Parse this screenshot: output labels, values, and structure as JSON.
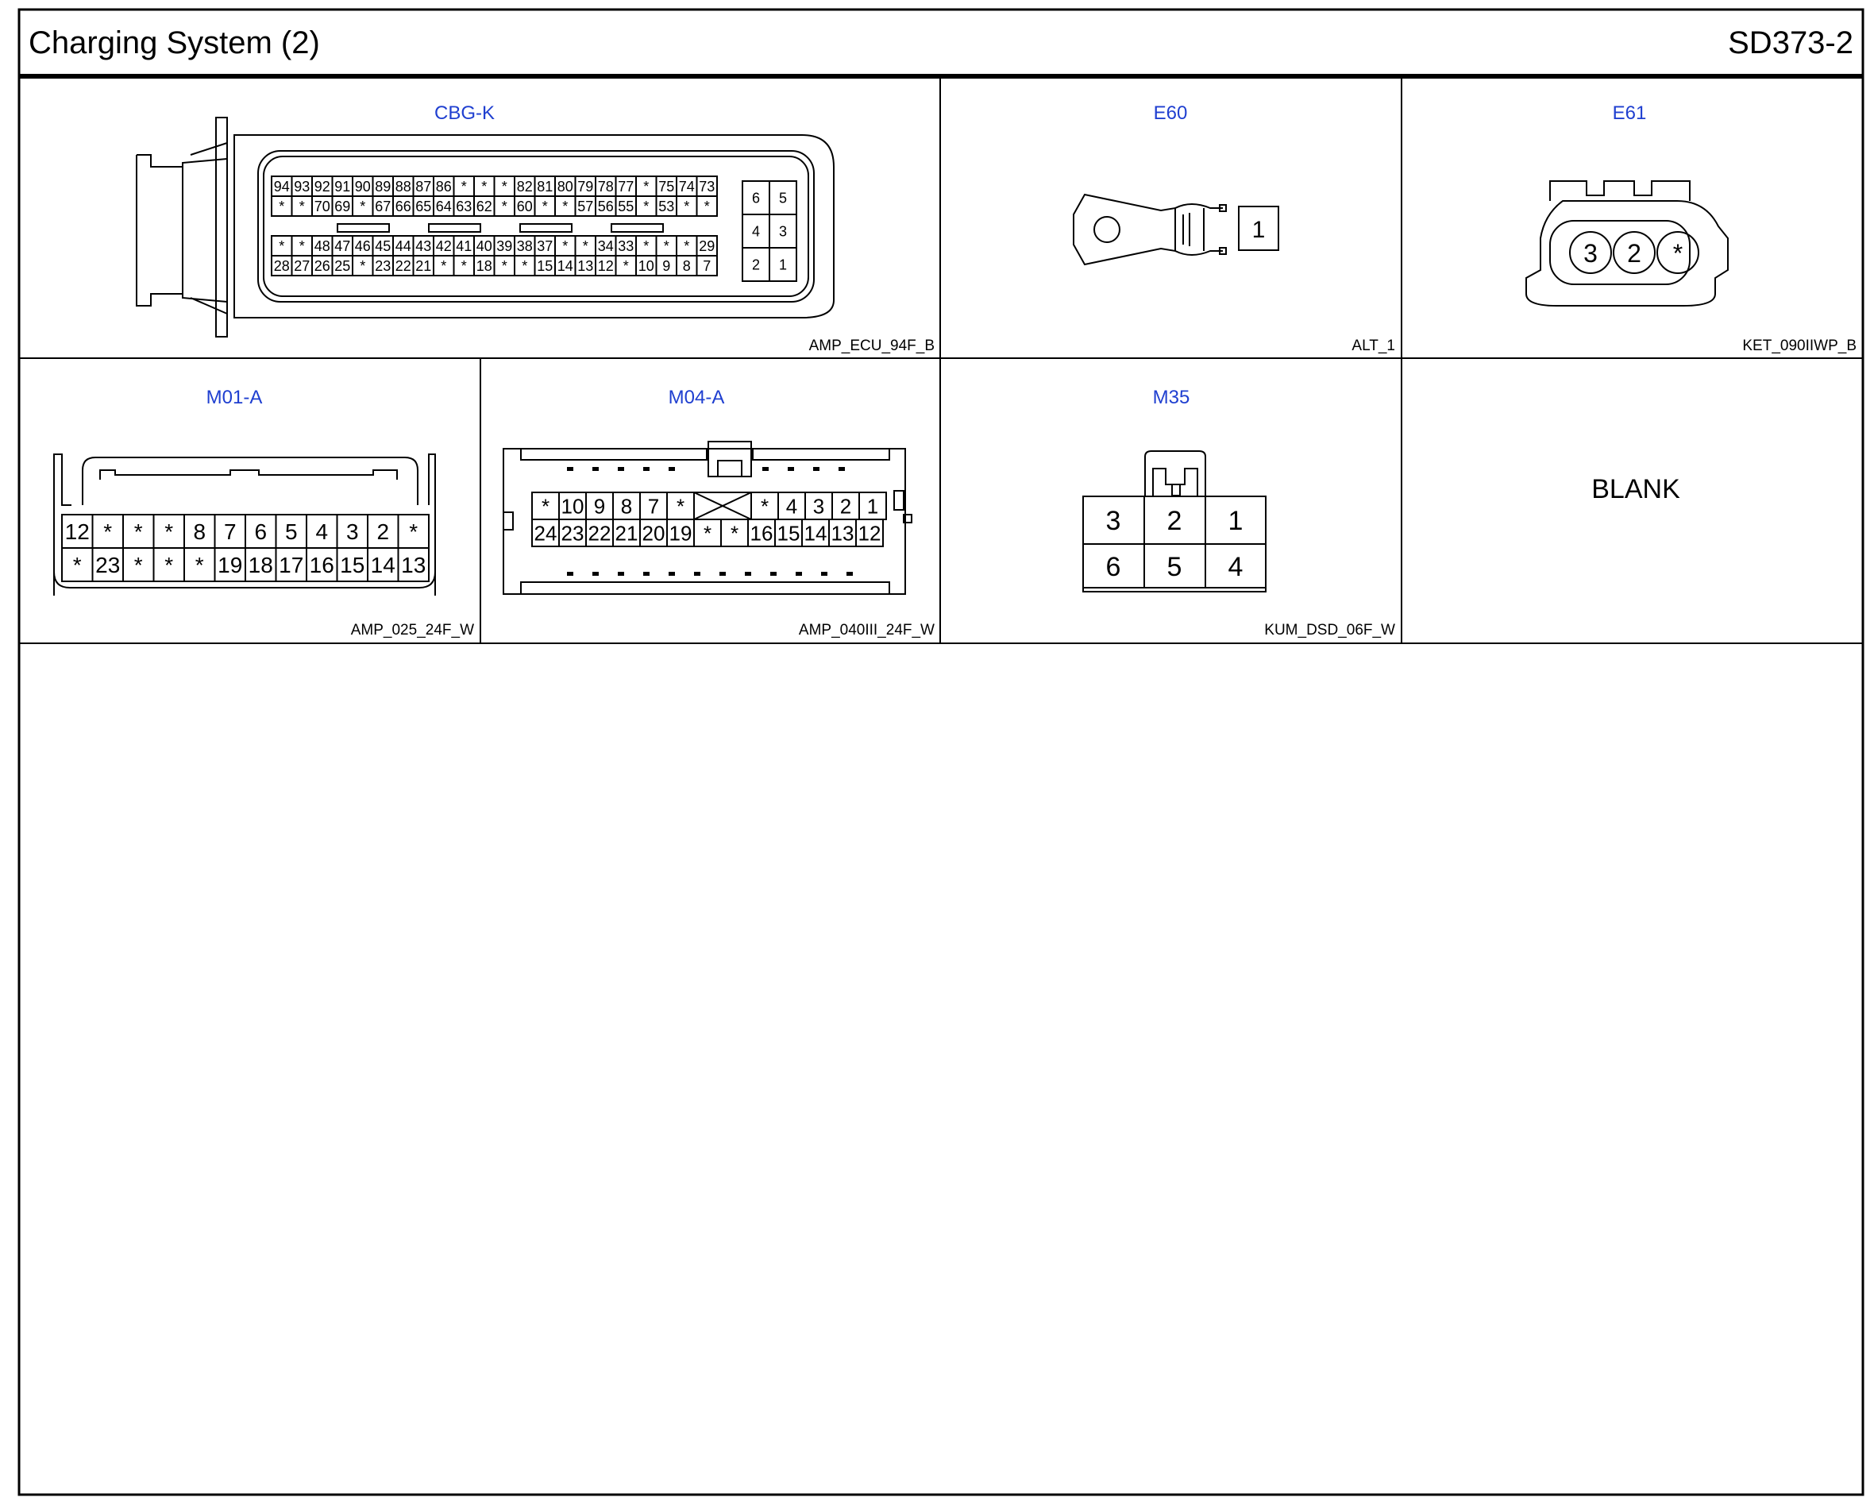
{
  "header": {
    "title": "Charging System (2)",
    "code": "SD373-2"
  },
  "connectors": [
    {
      "id": "CBG-K",
      "part": "AMP_ECU_94F_B",
      "main_rows": [
        [
          "94",
          "93",
          "92",
          "91",
          "90",
          "89",
          "88",
          "87",
          "86",
          "*",
          "*",
          "*",
          "82",
          "81",
          "80",
          "79",
          "78",
          "77",
          "*",
          "75",
          "74",
          "73"
        ],
        [
          "*",
          "*",
          "70",
          "69",
          "*",
          "67",
          "66",
          "65",
          "64",
          "63",
          "62",
          "*",
          "60",
          "*",
          "*",
          "57",
          "56",
          "55",
          "*",
          "53",
          "*",
          "*"
        ],
        [
          "*",
          "*",
          "48",
          "47",
          "46",
          "45",
          "44",
          "43",
          "42",
          "41",
          "40",
          "39",
          "38",
          "37",
          "*",
          "*",
          "34",
          "33",
          "*",
          "*",
          "*",
          "29"
        ],
        [
          "28",
          "27",
          "26",
          "25",
          "*",
          "23",
          "22",
          "21",
          "*",
          "*",
          "18",
          "*",
          "*",
          "15",
          "14",
          "13",
          "12",
          "*",
          "10",
          "9",
          "8",
          "7"
        ]
      ],
      "side_pins": [
        [
          "6",
          "5"
        ],
        [
          "4",
          "3"
        ],
        [
          "2",
          "1"
        ]
      ]
    },
    {
      "id": "E60",
      "part": "ALT_1",
      "pins": [
        "1"
      ]
    },
    {
      "id": "E61",
      "part": "KET_090IIWP_B",
      "pins": [
        "3",
        "2",
        "*"
      ]
    },
    {
      "id": "M01-A",
      "part": "AMP_025_24F_W",
      "rows": [
        [
          "12",
          "*",
          "*",
          "*",
          "8",
          "7",
          "6",
          "5",
          "4",
          "3",
          "2",
          "*"
        ],
        [
          "*",
          "23",
          "*",
          "*",
          "*",
          "19",
          "18",
          "17",
          "16",
          "15",
          "14",
          "13"
        ]
      ]
    },
    {
      "id": "M04-A",
      "part": "AMP_040III_24F_W",
      "top_left": [
        "*",
        "10",
        "9",
        "8",
        "7",
        "*"
      ],
      "top_right": [
        "*",
        "4",
        "3",
        "2",
        "1"
      ],
      "bottom": [
        "24",
        "23",
        "22",
        "21",
        "20",
        "19",
        "*",
        "*",
        "16",
        "15",
        "14",
        "13",
        "12"
      ]
    },
    {
      "id": "M35",
      "part": "KUM_DSD_06F_W",
      "rows": [
        [
          "3",
          "2",
          "1"
        ],
        [
          "6",
          "5",
          "4"
        ]
      ]
    }
  ],
  "blank_label": "BLANK",
  "colors": {
    "connector_id": "#1f3fd0",
    "line": "#000000"
  }
}
